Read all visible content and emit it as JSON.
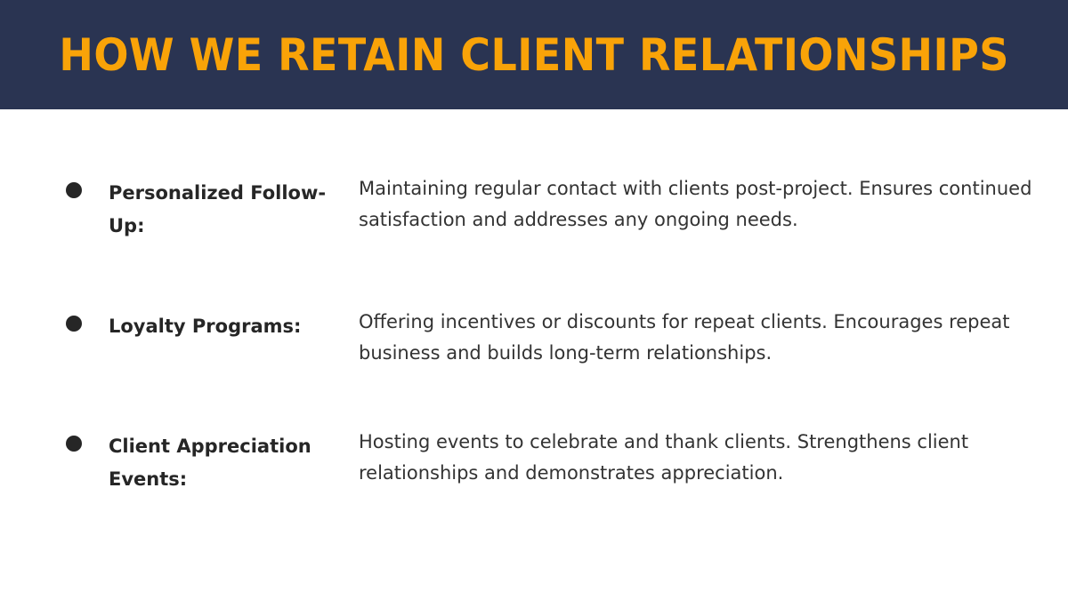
{
  "slide": {
    "title": "HOW WE RETAIN CLIENT RELATIONSHIPS",
    "items": [
      {
        "term": "Personalized Follow-Up:",
        "description": "Maintaining regular contact with clients post-project. Ensures continued satisfaction and addresses any ongoing needs."
      },
      {
        "term": "Loyalty Programs:",
        "description": "Offering incentives or discounts for repeat clients. Encourages repeat business and builds long-term relationships."
      },
      {
        "term": "Client Appreciation Events:",
        "description": "Hosting events to celebrate and thank clients. Strengthens client relationships and demonstrates appreciation."
      }
    ]
  },
  "colors": {
    "header_background": "#2a3452",
    "title_text": "#f9a308",
    "body_text": "#333333",
    "bullet": "#262626"
  }
}
